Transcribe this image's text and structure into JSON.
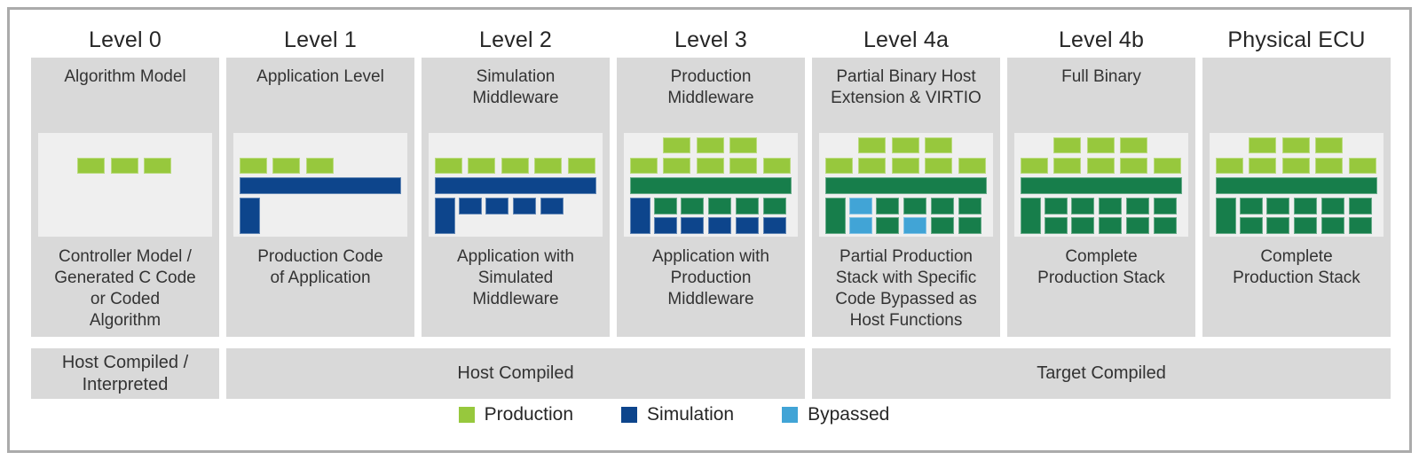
{
  "colors": {
    "production": "#97C83D",
    "simulation": "#0D458C",
    "stack": "#177E4B",
    "bypassed": "#41A4D6",
    "panel_gray": "#D9D9D9",
    "diagram_bg": "#EFEFEF",
    "border_gray": "#ABABAB"
  },
  "levels": [
    {
      "title": "Level 0",
      "header": "Algorithm Model",
      "description": "Controller Model /\nGenerated C Code\nor Coded\nAlgorithm",
      "diagram": {
        "mid_row": [
          "production",
          "production",
          "production"
        ],
        "mid_align": "center"
      }
    },
    {
      "title": "Level 1",
      "header": "Application Level",
      "description": "Production Code\nof Application",
      "diagram": {
        "mid_row": [
          "production",
          "production",
          "production"
        ],
        "mid_align": "left",
        "bar": "simulation",
        "tall": "simulation"
      }
    },
    {
      "title": "Level 2",
      "header": "Simulation\nMiddleware",
      "description": "Application with\nSimulated\nMiddleware",
      "diagram": {
        "mid_row": [
          "production",
          "production",
          "production",
          "production",
          "production"
        ],
        "mid_align": "full",
        "bar": "simulation",
        "tall": "simulation",
        "grid_top": [
          "simulation",
          "simulation",
          "simulation",
          "simulation"
        ]
      }
    },
    {
      "title": "Level 3",
      "header": "Production\nMiddleware",
      "description": "Application with\nProduction\nMiddleware",
      "diagram": {
        "top_row": [
          "production",
          "production",
          "production"
        ],
        "mid_row": [
          "production",
          "production",
          "production",
          "production",
          "production"
        ],
        "mid_align": "full",
        "bar": "stack",
        "tall": "simulation",
        "grid_top": [
          "stack",
          "stack",
          "stack",
          "stack",
          "stack"
        ],
        "grid_bottom": [
          "simulation",
          "simulation",
          "simulation",
          "simulation",
          "simulation"
        ]
      }
    },
    {
      "title": "Level 4a",
      "header": "Partial Binary Host\nExtension & VIRTIO",
      "description": "Partial Production\nStack with Specific\nCode Bypassed as\nHost Functions",
      "diagram": {
        "top_row": [
          "production",
          "production",
          "production"
        ],
        "mid_row": [
          "production",
          "production",
          "production",
          "production",
          "production"
        ],
        "mid_align": "full",
        "bar": "stack",
        "tall": "stack",
        "grid_top": [
          "bypassed",
          "stack",
          "stack",
          "stack",
          "stack"
        ],
        "grid_bottom": [
          "bypassed",
          "stack",
          "bypassed",
          "stack",
          "stack"
        ]
      }
    },
    {
      "title": "Level 4b",
      "header": "Full Binary",
      "description": "Complete\nProduction Stack",
      "diagram": {
        "top_row": [
          "production",
          "production",
          "production"
        ],
        "mid_row": [
          "production",
          "production",
          "production",
          "production",
          "production"
        ],
        "mid_align": "full",
        "bar": "stack",
        "tall": "stack",
        "grid_top": [
          "stack",
          "stack",
          "stack",
          "stack",
          "stack"
        ],
        "grid_bottom": [
          "stack",
          "stack",
          "stack",
          "stack",
          "stack"
        ]
      }
    },
    {
      "title": "Physical ECU",
      "header": "",
      "description": "Complete\nProduction Stack",
      "diagram": {
        "top_row": [
          "production",
          "production",
          "production"
        ],
        "mid_row": [
          "production",
          "production",
          "production",
          "production",
          "production"
        ],
        "mid_align": "full",
        "bar": "stack",
        "tall": "stack",
        "grid_top": [
          "stack",
          "stack",
          "stack",
          "stack",
          "stack"
        ],
        "grid_bottom": [
          "stack",
          "stack",
          "stack",
          "stack",
          "stack"
        ]
      }
    }
  ],
  "compile_row": {
    "level0": "Host Compiled /\nInterpreted",
    "host": "Host Compiled",
    "target": "Target Compiled"
  },
  "legend": {
    "items": [
      {
        "label": "Production",
        "color": "production"
      },
      {
        "label": "Simulation",
        "color": "simulation"
      },
      {
        "label": "Bypassed",
        "color": "bypassed"
      }
    ]
  }
}
